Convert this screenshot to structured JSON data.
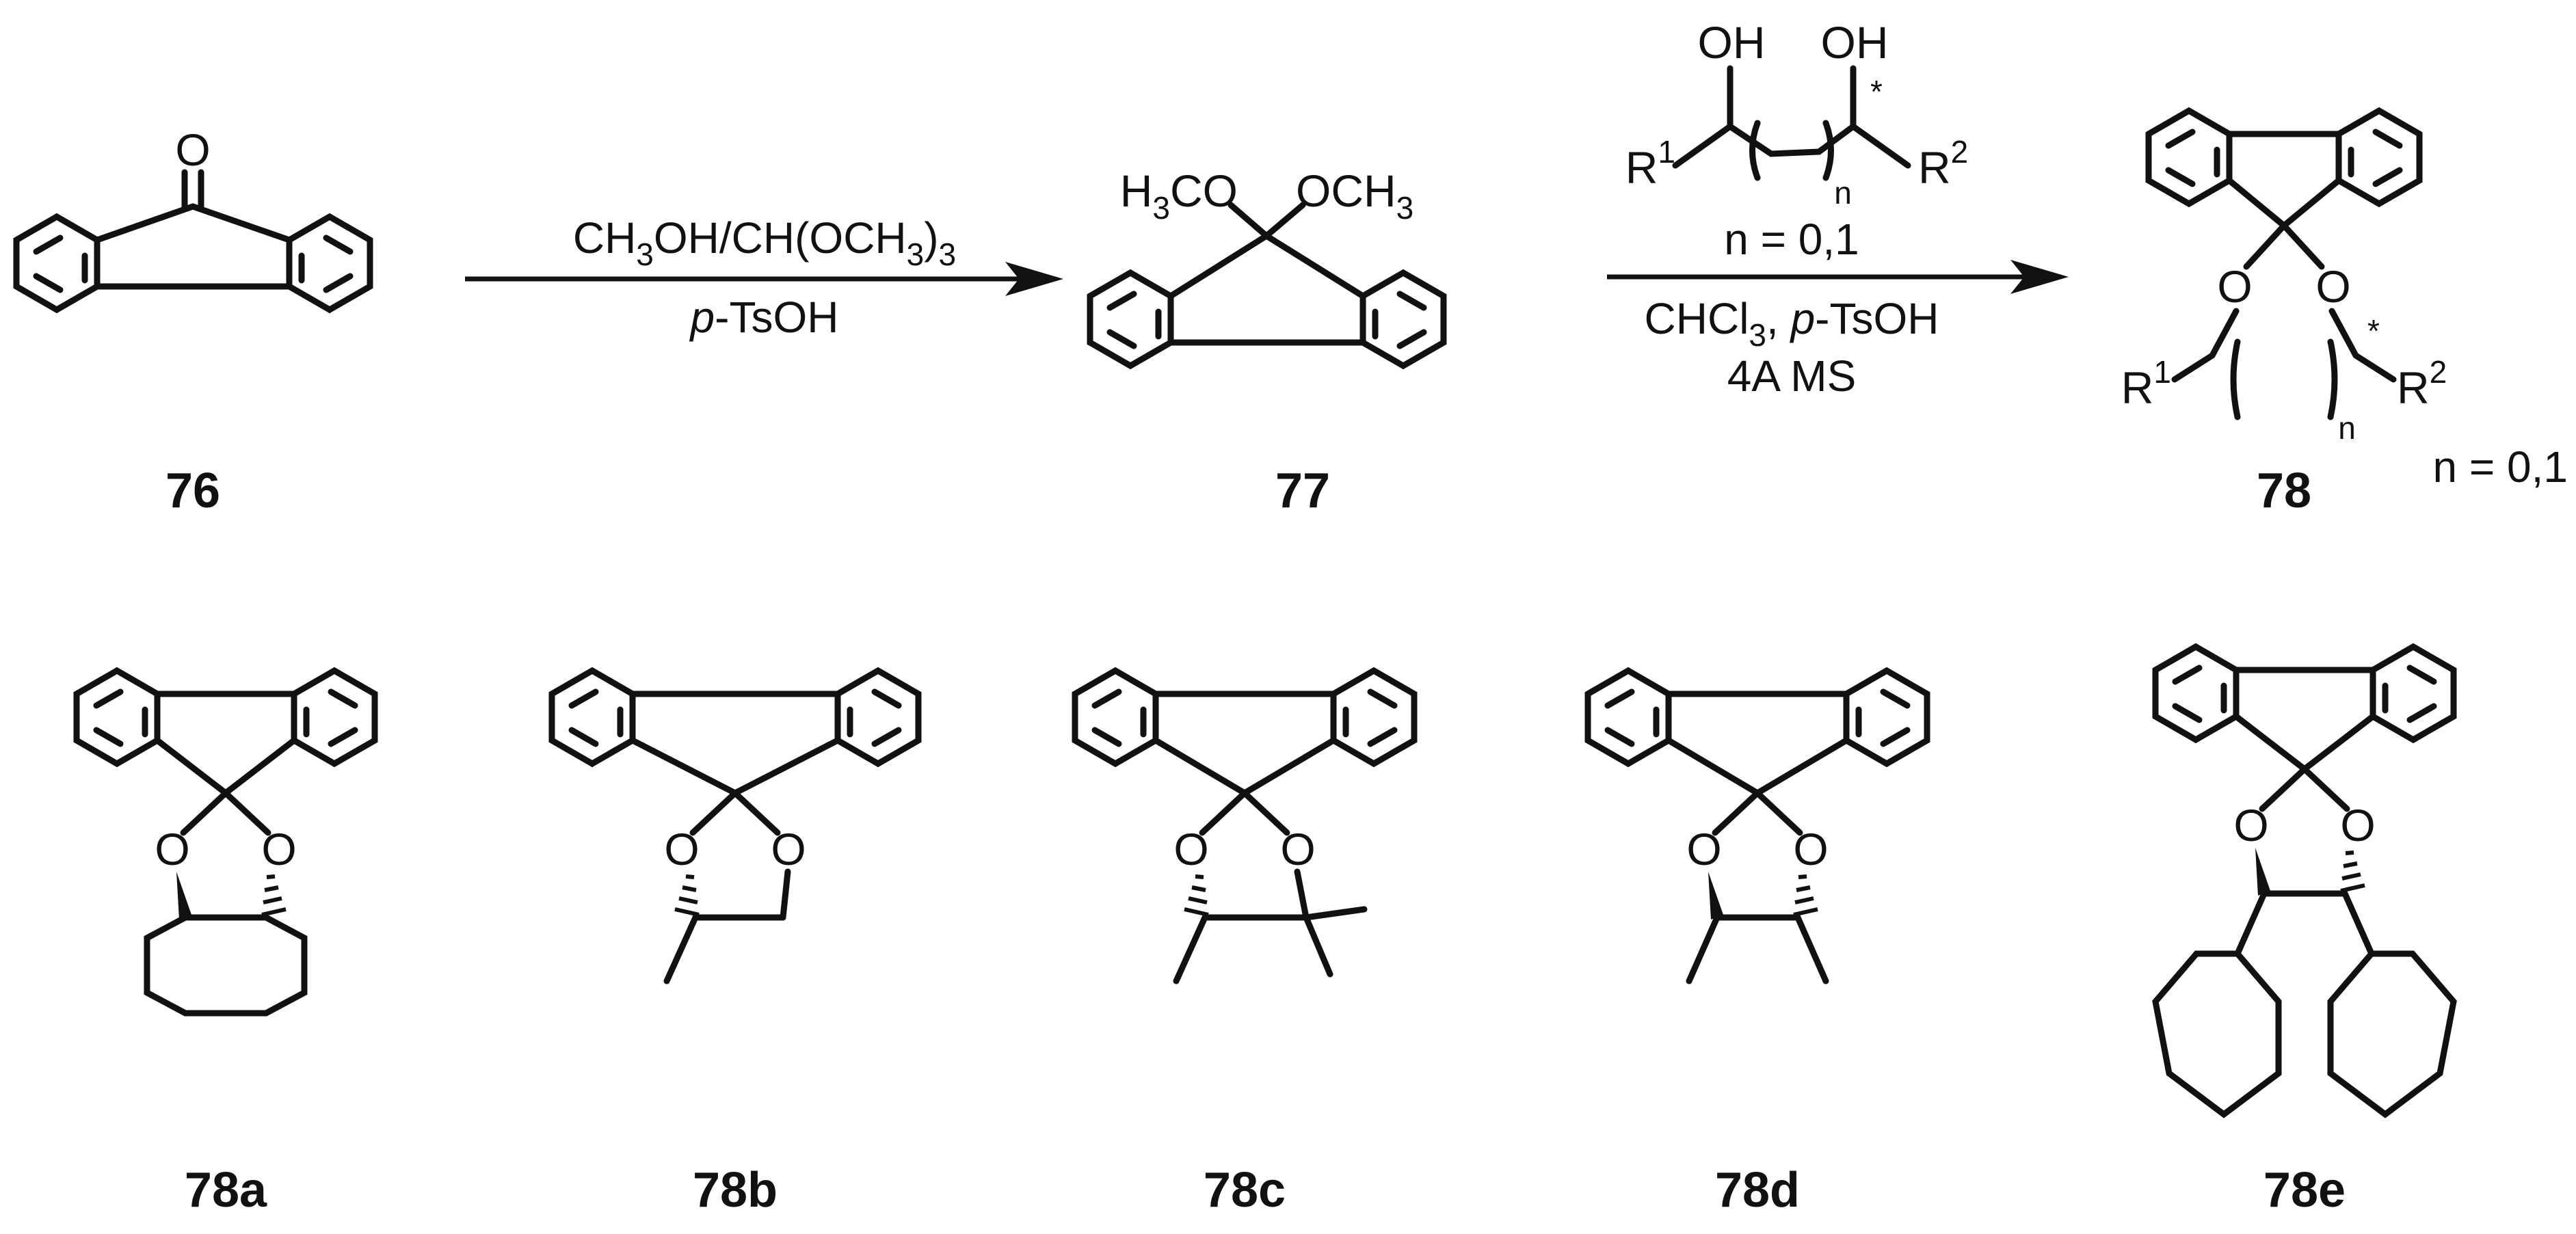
{
  "compounds": {
    "c76": {
      "label": "76",
      "carbonyl_atom": "O"
    },
    "c77": {
      "label": "77",
      "group_left": "H",
      "group_left_sub": "3",
      "group_left_tail": "CO",
      "group_right": "OCH",
      "group_right_sub": "3"
    },
    "c78": {
      "label": "78",
      "o_atom": "O",
      "r1": "R",
      "r1_sup": "1",
      "r2": "R",
      "r2_sup": "2",
      "chain_n": "n",
      "star": "*",
      "n_note": "n = 0,1"
    },
    "c78a": {
      "label": "78a",
      "o_atom": "O"
    },
    "c78b": {
      "label": "78b",
      "o_atom": "O"
    },
    "c78c": {
      "label": "78c",
      "o_atom": "O"
    },
    "c78d": {
      "label": "78d",
      "o_atom": "O"
    },
    "c78e": {
      "label": "78e",
      "o_atom": "O"
    }
  },
  "arrow1": {
    "reagent_a": "CH",
    "reagent_a_sub1": "3",
    "reagent_a_mid": "OH/CH(OCH",
    "reagent_a_sub2": "3",
    "reagent_a_tail": ")",
    "reagent_a_sub3": "3",
    "reagent_b_italic": "p",
    "reagent_b_rest": "-TsOH"
  },
  "arrow2": {
    "diol_oh": "OH",
    "diol_r1": "R",
    "diol_r1_sup": "1",
    "diol_r2": "R",
    "diol_r2_sup": "2",
    "diol_n": "n",
    "diol_star": "*",
    "cond1": "n = 0,1",
    "cond2_a": "CHCl",
    "cond2_sub": "3",
    "cond2_b": ", ",
    "cond2_italic": "p",
    "cond2_c": "-TsOH",
    "cond3": "4A MS"
  }
}
